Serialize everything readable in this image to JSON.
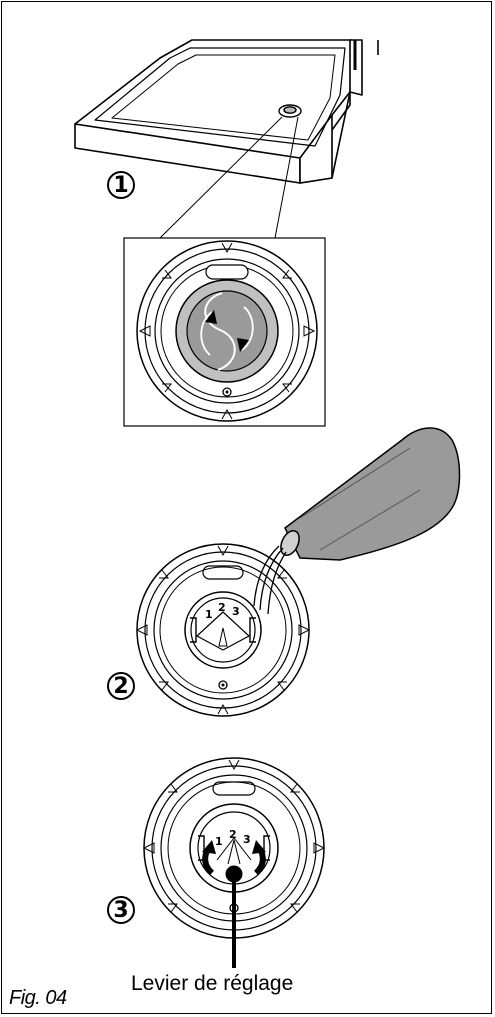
{
  "figure": {
    "label": "Fig. 04",
    "callout_label": "Levier de réglage",
    "steps": [
      "1",
      "2",
      "3"
    ],
    "dial_marks": [
      "1",
      "2",
      "3"
    ]
  }
}
